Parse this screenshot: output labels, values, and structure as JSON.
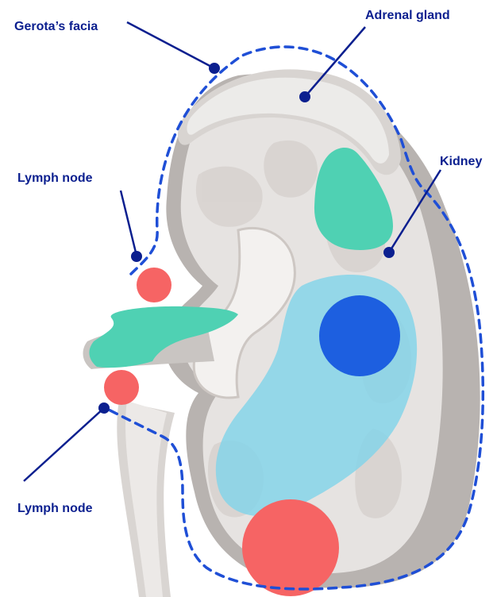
{
  "labels": {
    "gerotas_facia": "Gerota’s facia",
    "adrenal_gland": "Adrenal gland",
    "kidney": "Kidney",
    "lymph_node_upper": "Lymph node",
    "lymph_node_lower": "Lymph node"
  },
  "colors": {
    "label_text": "#0b1f8f",
    "leader_line": "#0b1f8f",
    "fascia_dash": "#1f4fd6",
    "kidney_body": "#e6e3e1",
    "kidney_shadow": "#b8b3b0",
    "adrenal": "#e9e7e5",
    "teal_tumor": "#4fd1b3",
    "light_blue_region": "#7fd3ea",
    "dark_blue_mass": "#1d5fe0",
    "lymph_node_red": "#f66464"
  },
  "icons": {
    "leader_end": "dot-marker"
  }
}
